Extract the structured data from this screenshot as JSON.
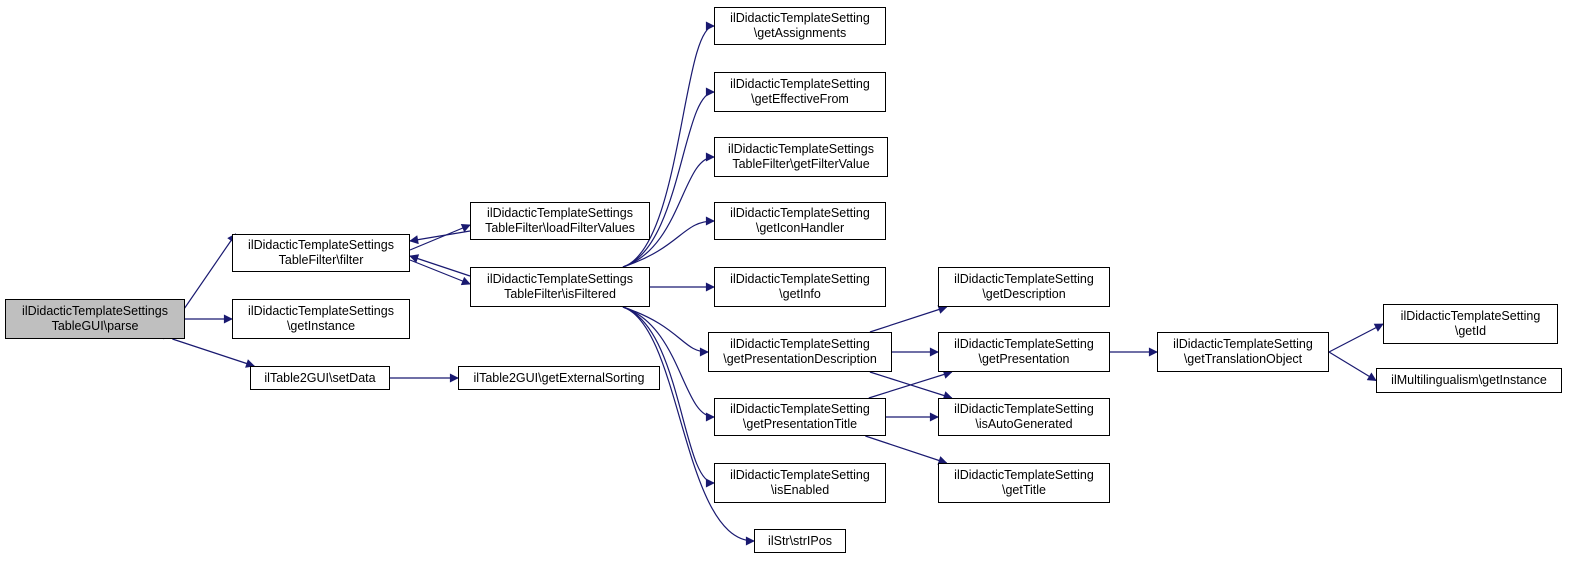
{
  "colors": {
    "edge": "#191970",
    "root_fill": "#bfbfbf",
    "node_fill": "#ffffff",
    "border": "#000000"
  },
  "nodes": [
    {
      "id": "n_root",
      "lines": [
        "ilDidacticTemplateSettings",
        "TableGUI\\parse"
      ],
      "root": true
    },
    {
      "id": "n_filter",
      "lines": [
        "ilDidacticTemplateSettings",
        "TableFilter\\filter"
      ]
    },
    {
      "id": "n_getInstance",
      "lines": [
        "ilDidacticTemplateSettings",
        "\\getInstance"
      ]
    },
    {
      "id": "n_setData",
      "lines": [
        "ilTable2GUI\\setData"
      ]
    },
    {
      "id": "n_loadFilter",
      "lines": [
        "ilDidacticTemplateSettings",
        "TableFilter\\loadFilterValues"
      ]
    },
    {
      "id": "n_isFiltered",
      "lines": [
        "ilDidacticTemplateSettings",
        "TableFilter\\isFiltered"
      ]
    },
    {
      "id": "n_extSort",
      "lines": [
        "ilTable2GUI\\getExternalSorting"
      ]
    },
    {
      "id": "n_getAssign",
      "lines": [
        "ilDidacticTemplateSetting",
        "\\getAssignments"
      ]
    },
    {
      "id": "n_getEff",
      "lines": [
        "ilDidacticTemplateSetting",
        "\\getEffectiveFrom"
      ]
    },
    {
      "id": "n_getFV",
      "lines": [
        "ilDidacticTemplateSettings",
        "TableFilter\\getFilterValue"
      ]
    },
    {
      "id": "n_getIcon",
      "lines": [
        "ilDidacticTemplateSetting",
        "\\getIconHandler"
      ]
    },
    {
      "id": "n_getInfo",
      "lines": [
        "ilDidacticTemplateSetting",
        "\\getInfo"
      ]
    },
    {
      "id": "n_getPresDesc",
      "lines": [
        "ilDidacticTemplateSetting",
        "\\getPresentationDescription"
      ]
    },
    {
      "id": "n_getPresTitle",
      "lines": [
        "ilDidacticTemplateSetting",
        "\\getPresentationTitle"
      ]
    },
    {
      "id": "n_isEnabled",
      "lines": [
        "ilDidacticTemplateSetting",
        "\\isEnabled"
      ]
    },
    {
      "id": "n_strIPos",
      "lines": [
        "ilStr\\strIPos"
      ]
    },
    {
      "id": "n_getDesc",
      "lines": [
        "ilDidacticTemplateSetting",
        "\\getDescription"
      ]
    },
    {
      "id": "n_getPres",
      "lines": [
        "ilDidacticTemplateSetting",
        "\\getPresentation"
      ]
    },
    {
      "id": "n_isAuto",
      "lines": [
        "ilDidacticTemplateSetting",
        "\\isAutoGenerated"
      ]
    },
    {
      "id": "n_getTitle",
      "lines": [
        "ilDidacticTemplateSetting",
        "\\getTitle"
      ]
    },
    {
      "id": "n_getTrans",
      "lines": [
        "ilDidacticTemplateSetting",
        "\\getTranslationObject"
      ]
    },
    {
      "id": "n_getId",
      "lines": [
        "ilDidacticTemplateSetting",
        "\\getId"
      ]
    },
    {
      "id": "n_multiInst",
      "lines": [
        "ilMultilingualism\\getInstance"
      ]
    }
  ],
  "edges": [
    {
      "from": "n_root",
      "to": "n_filter"
    },
    {
      "from": "n_root",
      "to": "n_getInstance"
    },
    {
      "from": "n_root",
      "to": "n_setData"
    },
    {
      "from": "n_filter",
      "to": "n_loadFilter"
    },
    {
      "from": "n_filter",
      "to": "n_isFiltered"
    },
    {
      "from": "n_loadFilter",
      "to": "n_filter"
    },
    {
      "from": "n_isFiltered",
      "to": "n_filter"
    },
    {
      "from": "n_setData",
      "to": "n_extSort"
    },
    {
      "from": "n_isFiltered",
      "to": "n_getAssign"
    },
    {
      "from": "n_isFiltered",
      "to": "n_getEff"
    },
    {
      "from": "n_isFiltered",
      "to": "n_getFV"
    },
    {
      "from": "n_isFiltered",
      "to": "n_getIcon"
    },
    {
      "from": "n_isFiltered",
      "to": "n_getInfo"
    },
    {
      "from": "n_isFiltered",
      "to": "n_getPresDesc"
    },
    {
      "from": "n_isFiltered",
      "to": "n_getPresTitle"
    },
    {
      "from": "n_isFiltered",
      "to": "n_isEnabled"
    },
    {
      "from": "n_isFiltered",
      "to": "n_strIPos"
    },
    {
      "from": "n_getPresDesc",
      "to": "n_getDesc"
    },
    {
      "from": "n_getPresDesc",
      "to": "n_getPres"
    },
    {
      "from": "n_getPresDesc",
      "to": "n_isAuto"
    },
    {
      "from": "n_getPresTitle",
      "to": "n_getPres"
    },
    {
      "from": "n_getPresTitle",
      "to": "n_isAuto"
    },
    {
      "from": "n_getPresTitle",
      "to": "n_getTitle"
    },
    {
      "from": "n_getPres",
      "to": "n_getTrans"
    },
    {
      "from": "n_getTrans",
      "to": "n_getId"
    },
    {
      "from": "n_getTrans",
      "to": "n_multiInst"
    }
  ]
}
